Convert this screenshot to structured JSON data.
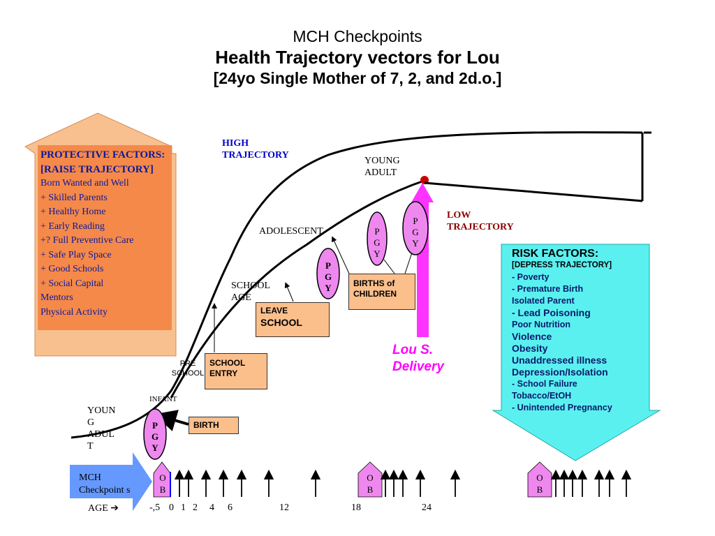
{
  "title": {
    "line1": "MCH Checkpoints",
    "line2": "Health Trajectory vectors for Lou",
    "line3": "[24yo Single Mother of 7, 2, and 2d.o.]"
  },
  "trajectory_labels": {
    "high": "HIGH TRAJECTORY",
    "low": "LOW TRAJECTORY",
    "delivery": "Lou S. Delivery"
  },
  "stage_labels": {
    "young_adult_top": "YOUNG ADULT",
    "adolescent": "ADOLESCENT",
    "school_age": "SCHOOL AGE",
    "pre_school": "PRE SCHOOL",
    "infant": "INFANT",
    "young_adult_left": "YOUN G ADUL T"
  },
  "boxes": {
    "leave_school_1": "LEAVE",
    "leave_school_2": "SCHOOL",
    "births_of_children": "BIRTHS of CHILDREN",
    "school_entry": "SCHOOL ENTRY",
    "birth": "BIRTH"
  },
  "pgy": [
    "P",
    "G",
    "Y"
  ],
  "ob": [
    "O",
    "B"
  ],
  "protective": {
    "heading": "PROTECTIVE FACTORS:",
    "subheading": "RAISE TRAJECTORY",
    "items": [
      "Born Wanted and Well",
      "+ Skilled Parents",
      "+  Healthy Home",
      "+ Early Reading",
      "+? Full Preventive Care",
      "+ Safe Play Space",
      "+ Good Schools",
      "+ Social Capital",
      "Mentors",
      "Physical Activity"
    ]
  },
  "risk": {
    "heading": "RISK FACTORS:",
    "items": [
      "[DEPRESS TRAJECTORY]",
      "- Poverty",
      "- Premature Birth",
      "Isolated Parent",
      "- Lead Poisoning",
      "Poor Nutrition",
      "Violence",
      "Obesity",
      "Unaddressed illness",
      "Depression/Isolation",
      "- School Failure",
      "Tobacco/EtOH",
      "- Unintended Pregnancy"
    ]
  },
  "checkpoints": {
    "label": "MCH Checkpoint s",
    "age_label": "AGE",
    "ticks": [
      "-,5",
      "0",
      "1",
      "2",
      "4",
      "6",
      "12",
      "18",
      "24"
    ]
  },
  "colors": {
    "protective_fill": "#f5894a",
    "risk_fill": "#5af0f0",
    "pgy_fill": "#ee88ee",
    "delivery_arrow": "#ff33ff",
    "box_fill": "#fbbf8c",
    "high_text": "#0000cc",
    "low_text": "#8b0000",
    "checkpoint_arrow": "#6699ff"
  }
}
